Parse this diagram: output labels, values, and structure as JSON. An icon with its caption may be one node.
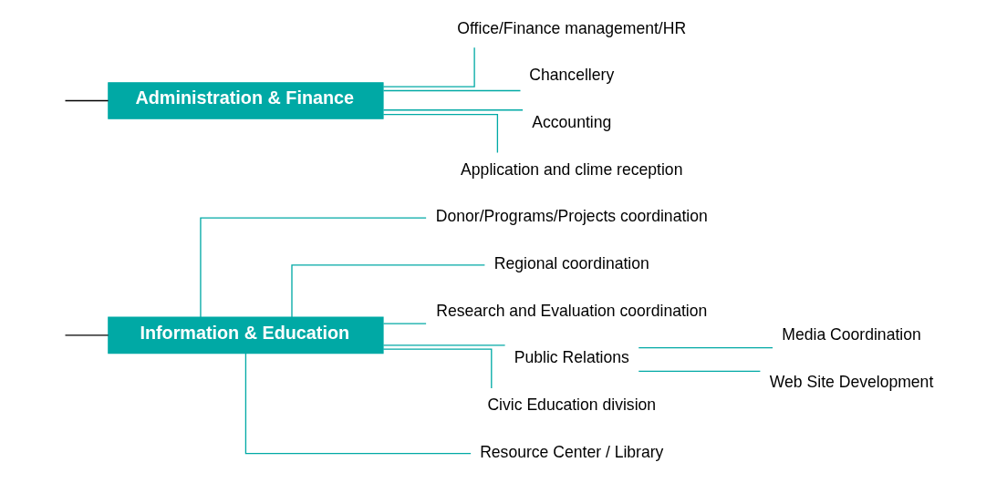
{
  "diagram": {
    "nodes": [
      {
        "text": [
          "Information & Education"
        ]
      },
      {
        "text": [
          "Donor/Programs/Projects coordination"
        ]
      },
      {
        "text": [
          "Regional coordination"
        ]
      },
      {
        "text": [
          "Research and Evaluation coordination"
        ]
      },
      {
        "text": [
          "Public Relations"
        ]
      },
      {
        "text": [
          "Media Coordination"
        ]
      },
      {
        "text": [
          "Web Site Development"
        ]
      },
      {
        "text": [
          "Civic Education division"
        ]
      },
      {
        "text": [
          "Resource Center / Library"
        ]
      },
      {
        "text": [
          "Administration & Finance"
        ]
      },
      {
        "text": [
          "Office/Finance management/HR"
        ]
      },
      {
        "text": [
          "Chancellery"
        ]
      },
      {
        "text": [
          "Accounting"
        ]
      },
      {
        "text": [
          "Application and clime reception"
        ]
      }
    ],
    "edges": [
      {
        "from": null,
        "to": 0,
        "arrow": "none",
        "color": "#000000"
      },
      {
        "from": null,
        "to": 9,
        "arrow": "none",
        "color": "#000000"
      },
      {
        "from": 0,
        "to": 1,
        "arrow": "none"
      },
      {
        "from": 0,
        "to": 2,
        "arrow": "none"
      },
      {
        "from": 0,
        "to": 3,
        "arrow": "none"
      },
      {
        "from": 0,
        "to": 4,
        "arrow": "none"
      },
      {
        "from": 4,
        "to": 5,
        "arrow": "none"
      },
      {
        "from": 4,
        "to": 6,
        "arrow": "none"
      },
      {
        "from": 0,
        "to": 7,
        "arrow": "none"
      },
      {
        "from": 0,
        "to": 8,
        "arrow": "none"
      },
      {
        "from": 9,
        "to": 10,
        "arrow": "none"
      },
      {
        "from": 9,
        "to": 11,
        "arrow": "none"
      },
      {
        "from": 9,
        "to": 12,
        "arrow": "none"
      },
      {
        "from": 9,
        "to": 13,
        "arrow": "none"
      }
    ]
  }
}
